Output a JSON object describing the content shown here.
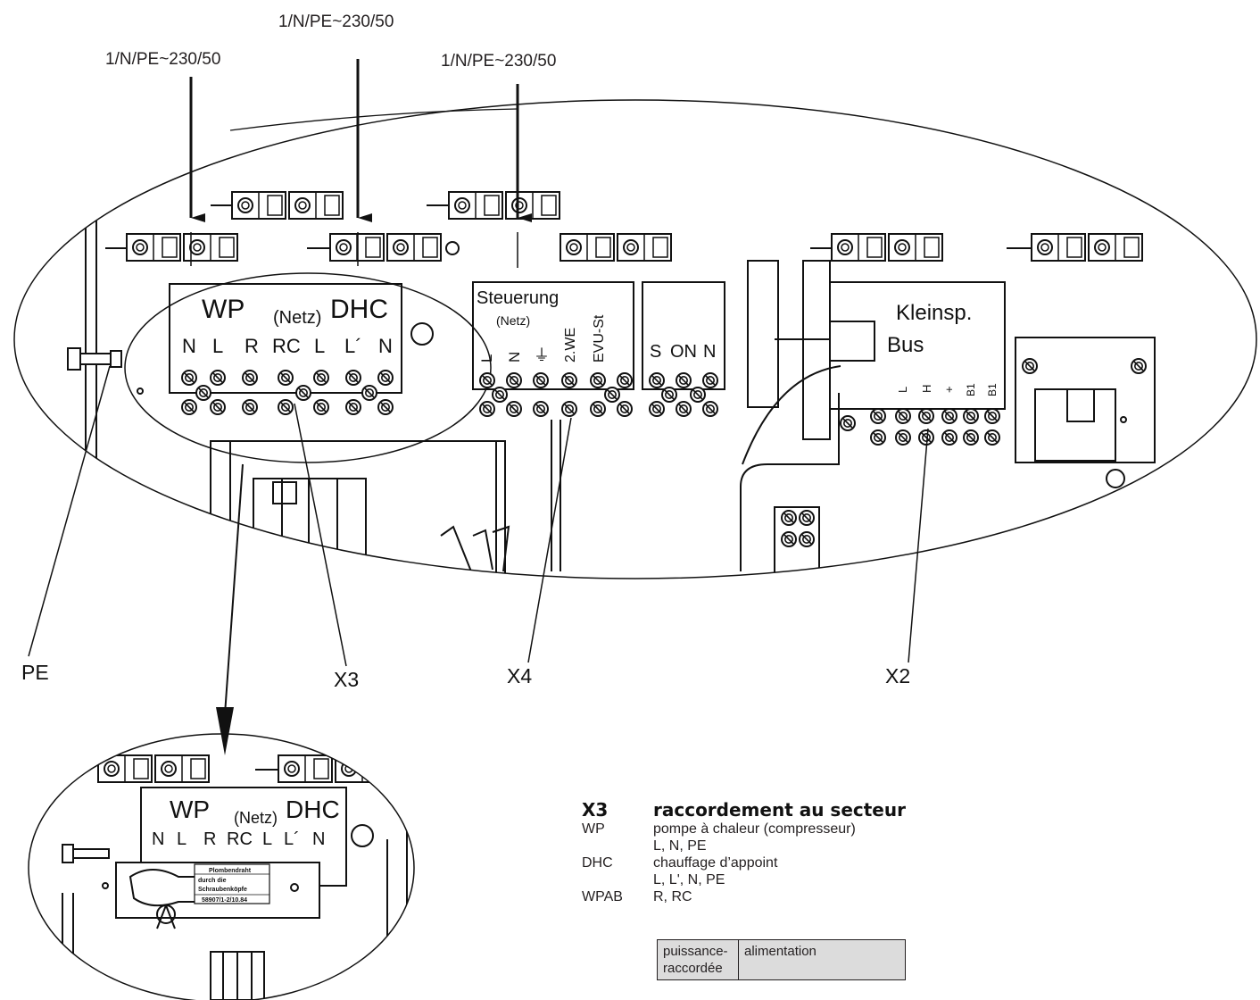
{
  "supply_labels": {
    "left": "1/N/PE~230/50",
    "center": "1/N/PE~230/50",
    "right": "1/N/PE~230/50"
  },
  "callouts": {
    "pe": "PE",
    "x3": "X3",
    "x4": "X4",
    "x2": "X2"
  },
  "terminal_block_x3": {
    "title_left": "WP",
    "title_mid": "(Netz)",
    "title_right": "DHC",
    "terminals": [
      "N",
      "L",
      "R",
      "RC",
      "L",
      "L´",
      "N"
    ]
  },
  "terminal_block_x4": {
    "title": "Steuerung",
    "subtitle": "(Netz)",
    "terminals": [
      "L",
      "N",
      "⏚",
      "2.WE",
      "EVU-St"
    ]
  },
  "terminal_block_s": {
    "terminals": [
      "S",
      "ON",
      "N"
    ]
  },
  "terminal_block_x2": {
    "title": "Kleinsp.",
    "subtitle": "Bus",
    "terminals": [
      "L",
      "H",
      "+",
      "B1",
      "B1"
    ]
  },
  "seal_tag": {
    "line1": "Plombendraht",
    "line2": "durch die",
    "line3": "Schraubenköpfe",
    "code": "58907/1-2/10.84"
  },
  "legend": {
    "heading_key": "X3",
    "heading_text": "raccordement au secteur",
    "rows": [
      {
        "key": "WP",
        "text": "pompe à chaleur (compresseur)"
      },
      {
        "key": "",
        "text": "L, N, PE"
      },
      {
        "key": "DHC",
        "text": "chauffage d’appoint"
      },
      {
        "key": "",
        "text": "L, L', N, PE"
      },
      {
        "key": "WPAB",
        "text": "R, RC"
      }
    ]
  },
  "table": {
    "col1": "puissance-raccordée",
    "col2": "alimentation"
  }
}
